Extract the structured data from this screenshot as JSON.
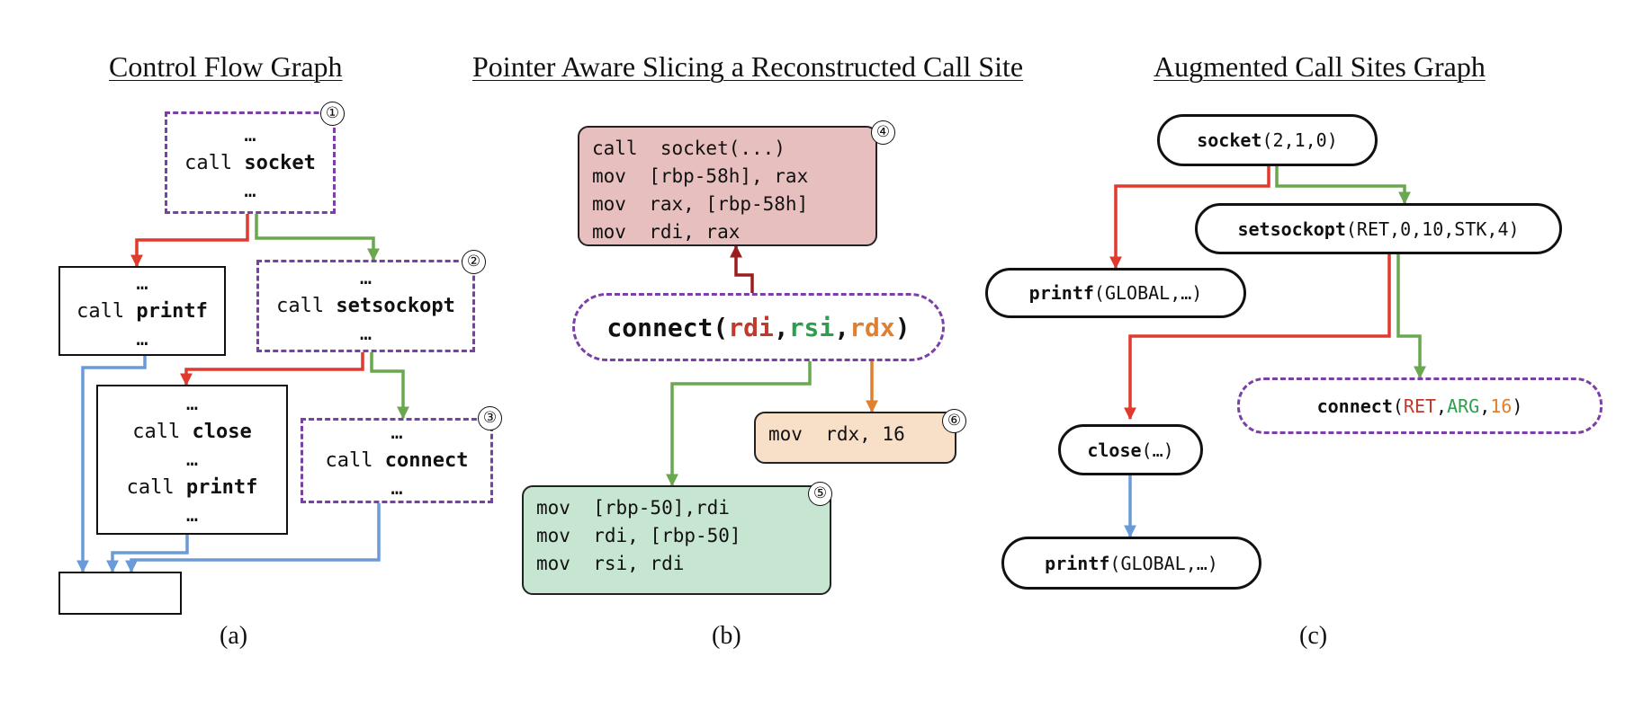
{
  "titles": {
    "a": "Control Flow Graph",
    "b": "Pointer Aware Slicing a Reconstructed Call Site",
    "c": "Augmented Call Sites Graph"
  },
  "captions": {
    "a": "(a)",
    "b": "(b)",
    "c": "(c)"
  },
  "badges": [
    "①",
    "②",
    "③",
    "④",
    "⑤",
    "⑥"
  ],
  "cfg": {
    "ellipsis": "…",
    "call": "call",
    "socket": "socket",
    "printf": "printf",
    "setsockopt": "setsockopt",
    "close": "close",
    "connect": "connect"
  },
  "slicing": {
    "block4": "call  socket(...)\nmov  [rbp-58h], rax\nmov  rax, [rbp-58h]\nmov  rdi, rax",
    "block5": "mov  [rbp-50],rdi\nmov  rdi, [rbp-50]\nmov  rsi, rdi",
    "block6": "mov  rdx, 16",
    "connect_fn": "connect(",
    "arg1": "rdi",
    "arg2": "rsi",
    "arg3": "rdx",
    "comma": ",",
    "close_paren": ")"
  },
  "acsg": {
    "socket_name": "socket",
    "socket_args": "(2,1,0)",
    "setsockopt_name": "setsockopt",
    "setsockopt_args": "(RET,0,10,STK,4)",
    "printf_name": "printf",
    "printf_args": "(GLOBAL,…)",
    "connect_name": "connect",
    "connect_open": "(",
    "connect_a1": "RET",
    "connect_a2": "ARG",
    "connect_a3": "16",
    "comma": ",",
    "connect_close": ")",
    "close_name": "close",
    "close_args": "(…)"
  },
  "colors": {
    "red": "#e03a2e",
    "green": "#6aa84f",
    "blue": "#6a9bd8",
    "orange": "#e0802f",
    "dark_red": "#9c1d1d",
    "purple": "#7a40a8",
    "block4_fill": "#e8bfbf",
    "block5_fill": "#c7e6d1",
    "block6_fill": "#f7dfc8"
  }
}
